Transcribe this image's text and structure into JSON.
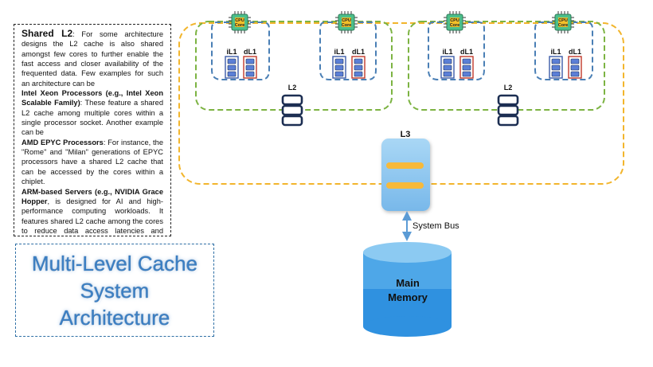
{
  "text_panel": {
    "heading": "Shared L2",
    "intro": ": For some architecture designs the L2 cache is also shared amongst few cores to further enable the fast access and closer availability of the frequented data. Few examples for such an architecture can be",
    "examples": [
      {
        "term": "Intel Xeon Processors (e.g., Intel Xeon Scalable Family)",
        "text": ": These feature a shared L2 cache among multiple cores within a single processor socket. Another example can be"
      },
      {
        "term": "AMD EPYC Processors",
        "text": ": For instance, the \"Rome\" and \"Milan\" generations of EPYC processors have a shared L2 cache that can be accessed by the cores within a chiplet."
      },
      {
        "term": "ARM-based Servers (e.g., NVIDIA Grace Hopper",
        "text": ", is designed for AI and high-performance computing workloads. It features shared L2 cache among the cores to reduce data access latencies and improve the performance of parallel computing tasks."
      }
    ]
  },
  "title_lines": [
    "Multi-Level Cache",
    "System",
    "Architecture"
  ],
  "diagram": {
    "cpu_label_top": "CPU",
    "cpu_label_bottom": "Core",
    "il1_label": "iL1",
    "dl1_label": "dL1",
    "l2_label": "L2",
    "l3_label": "L3",
    "bus_label": "System Bus",
    "memory_label_line1": "Main",
    "memory_label_line2": "Memory"
  },
  "colors": {
    "l3_boundary": "#f2b52c",
    "l2_boundary": "#7cb342",
    "core_boundary": "#4a7fb5",
    "cpu_chip": "#4cbf8b",
    "cpu_core_square": "#f2c029",
    "il1_border": "#3c5ba8",
    "dl1_border": "#c0392b",
    "cache_bar": "#5b7fd6",
    "l2_stack": "#1c2e52",
    "l3_block": "#86c3ef",
    "l3_bar": "#f6b93b",
    "bus_arrow": "#5b9bd5",
    "memory": "#3ea1e6",
    "title_text": "#3b7fc4"
  }
}
